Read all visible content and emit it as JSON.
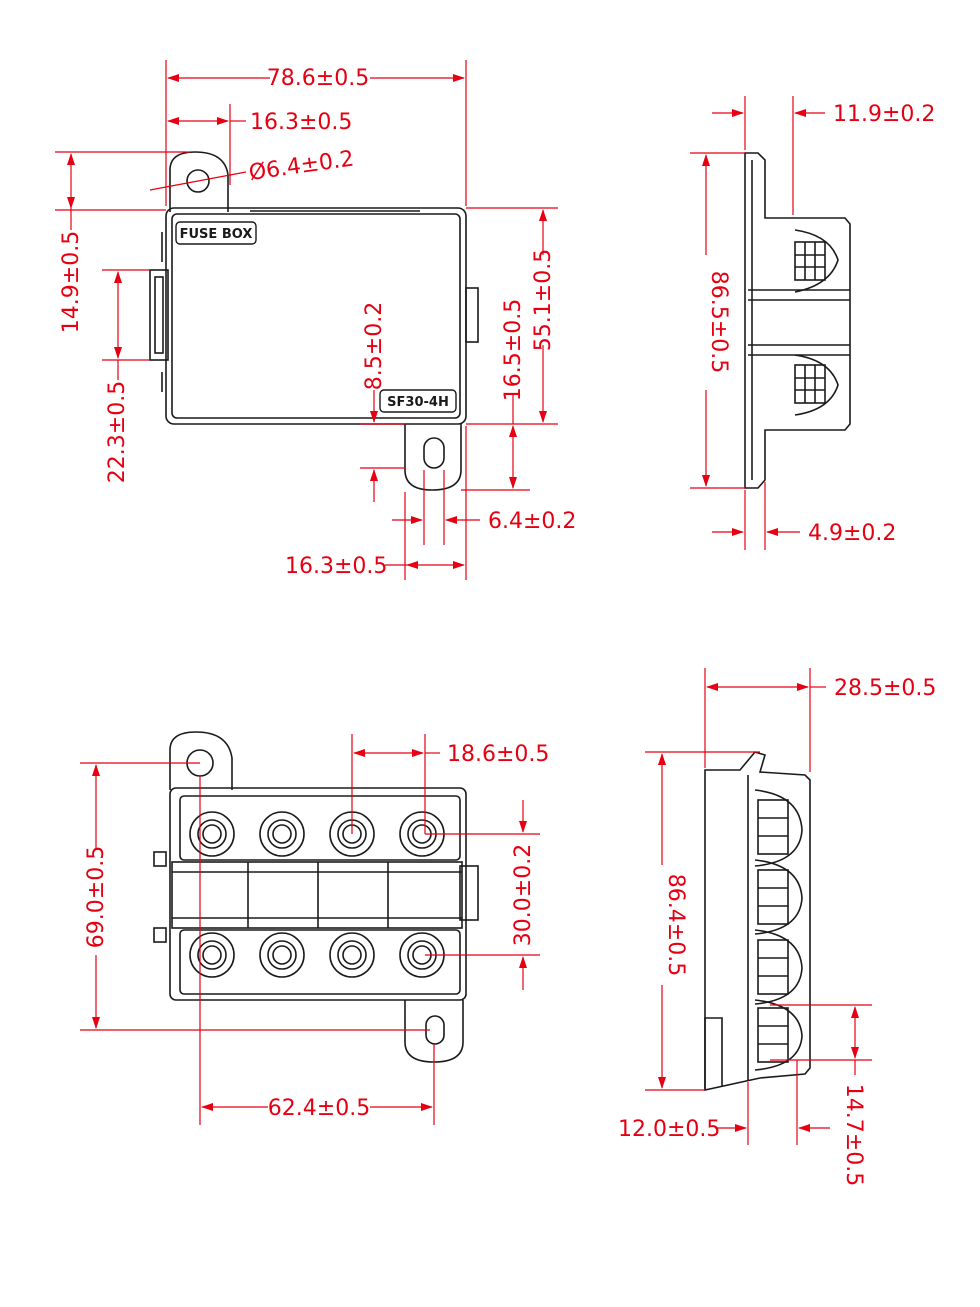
{
  "drawing": {
    "colors": {
      "dimension": "#e60012",
      "outline": "#1a1a1a",
      "background": "#ffffff"
    },
    "labels": {
      "fuse_box": "FUSE BOX",
      "model": "SF30-4H"
    },
    "top_view": {
      "overall_width": "78.6±0.5",
      "tab_offset": "16.3±0.5",
      "hole_dia": "Ø6.4±0.2",
      "tab_height": "14.9±0.5",
      "clip_height": "22.3±0.5",
      "tab_thickness": "8.5±0.2",
      "bottom_tab_height": "16.5±0.5",
      "body_height": "55.1±0.5",
      "slot_width": "6.4±0.2",
      "bottom_tab_offset": "16.3±0.5"
    },
    "side_view_top": {
      "depth": "11.9±0.2",
      "height": "86.5±0.5",
      "flange": "4.9±0.2"
    },
    "front_view": {
      "pitch": "18.6±0.5",
      "height": "69.0±0.5",
      "row_spacing": "30.0±0.2",
      "hole_spacing": "62.4±0.5"
    },
    "side_view_bottom": {
      "depth": "28.5±0.5",
      "height": "86.4±0.5",
      "nut_pitch": "14.7±0.5",
      "stud_offset": "12.0±0.5"
    }
  }
}
